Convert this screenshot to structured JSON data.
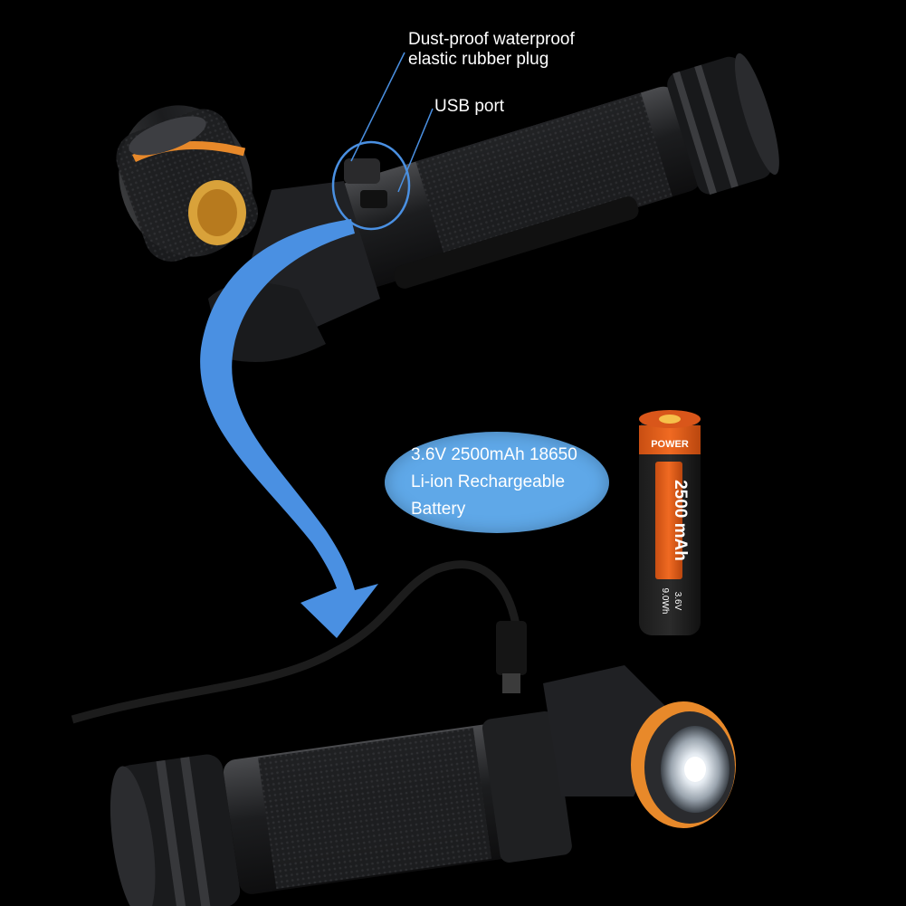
{
  "callouts": {
    "plug_line_1": "Dust-proof waterproof",
    "plug_line_2": "elastic rubber plug",
    "usb_port": "USB port"
  },
  "battery_bubble": {
    "line_1": "3.6V 2500mAh 18650",
    "line_2": "Li-ion Rechargeable",
    "line_3": "Battery"
  },
  "battery_print": {
    "brand": "POWER",
    "capacity": "2500 mAh",
    "voltage": "3.6V",
    "energy": "9.0Wh"
  },
  "colors": {
    "background": "#000000",
    "bubble": "#5fa8e8",
    "arrow": "#4a90e2",
    "battery_orange": "#e8621e",
    "flashlight_body": "#2a2b2d",
    "accent_ring": "#e8892a"
  }
}
